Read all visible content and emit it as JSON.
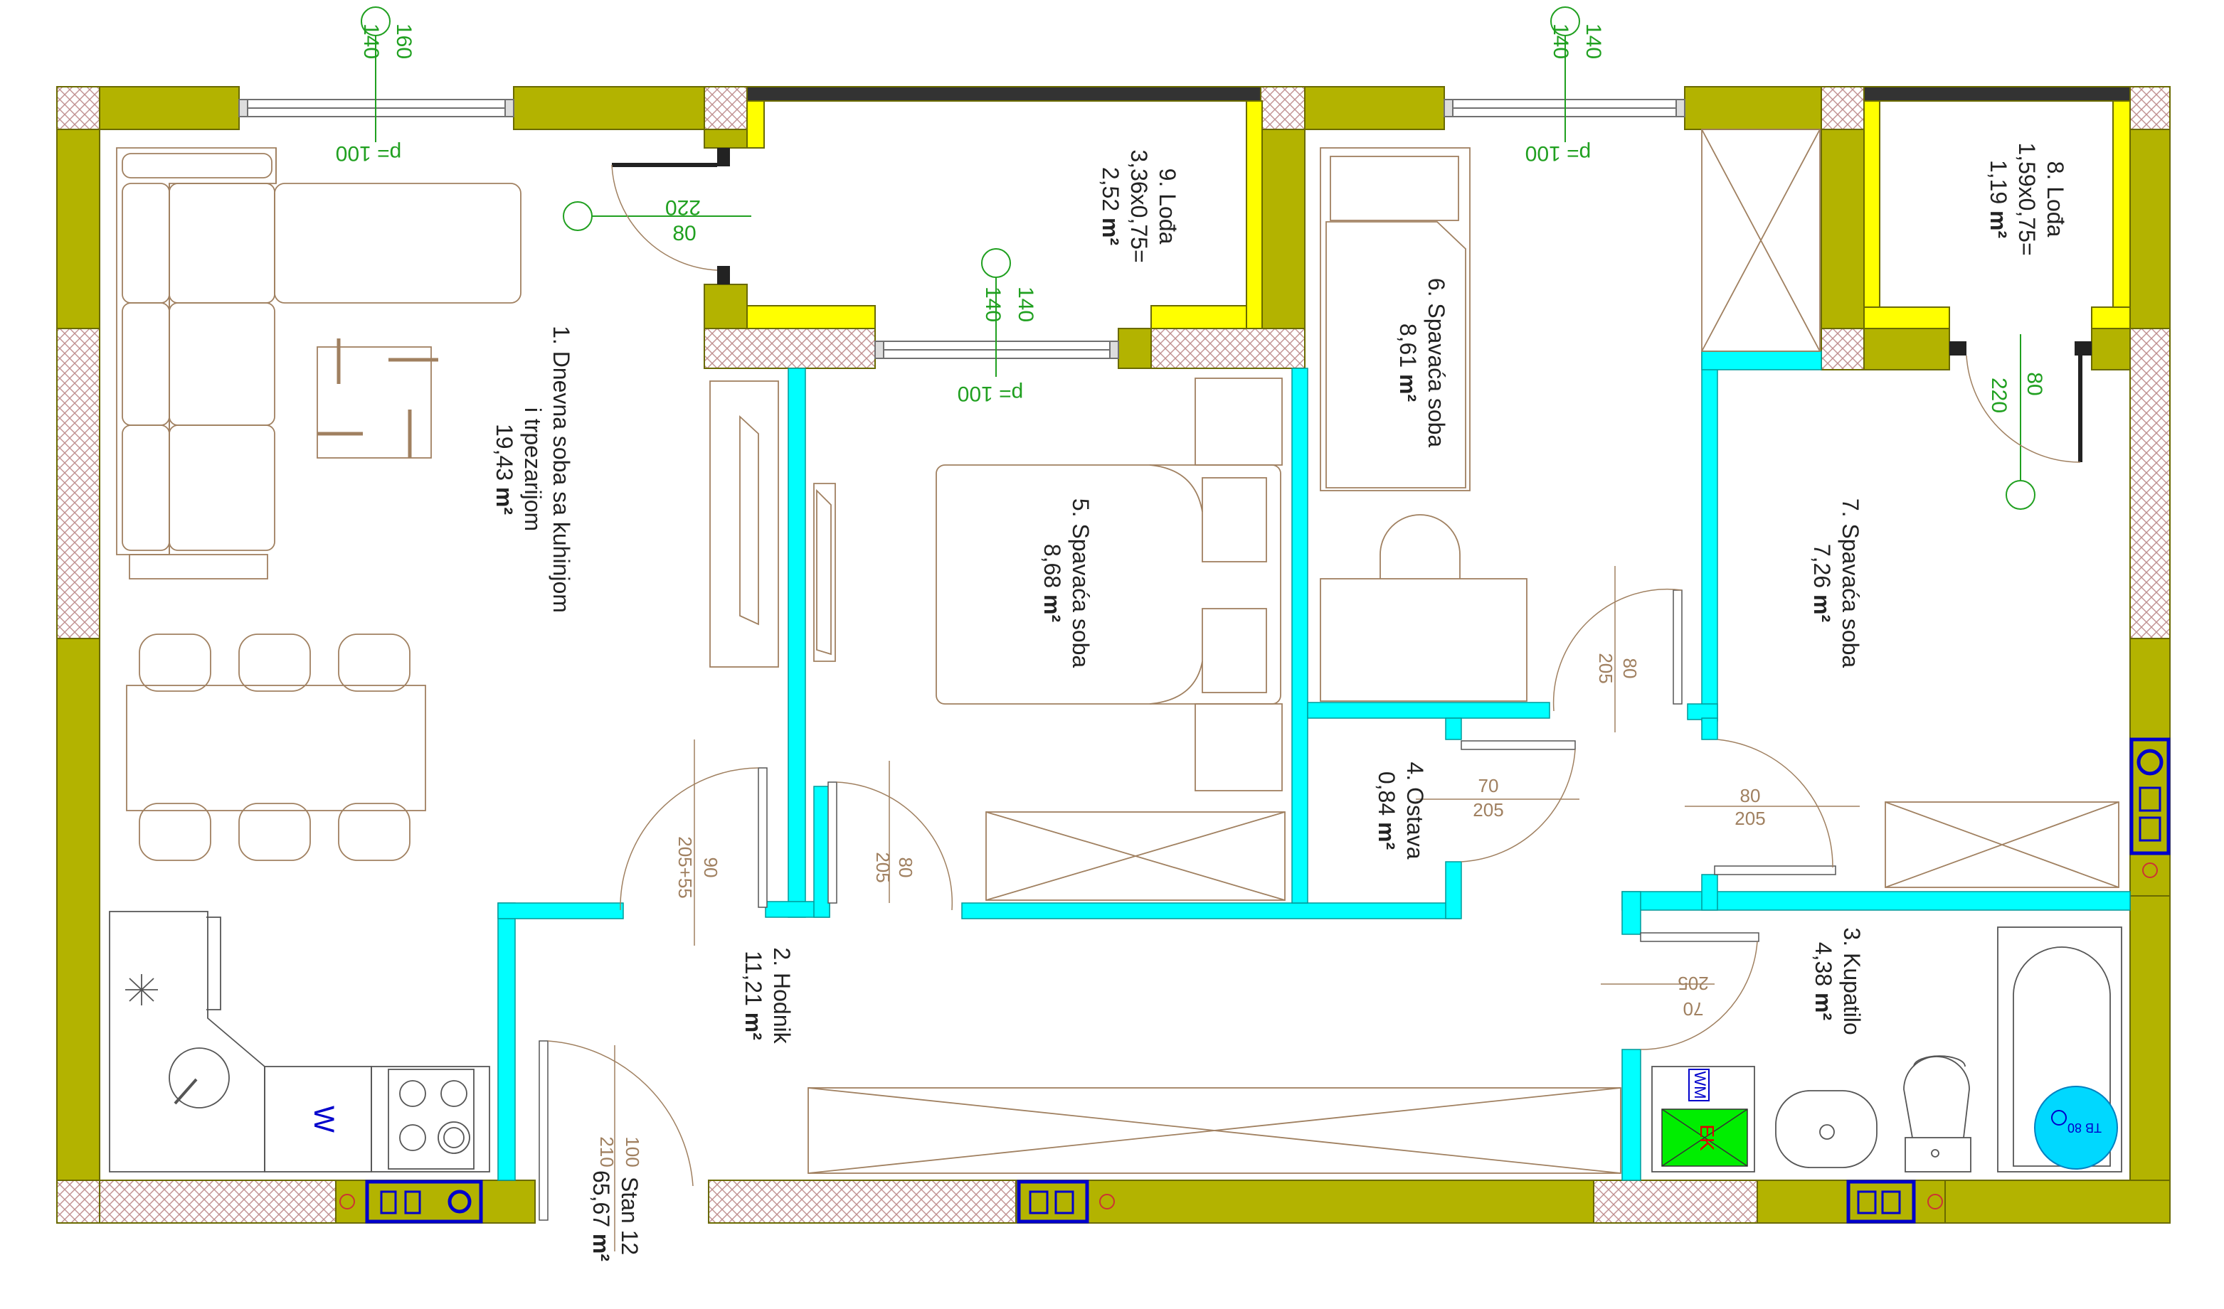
{
  "colors": {
    "wall_olive": "#b3b300",
    "wall_yellow": "#ffff00",
    "partition_cyan": "#00ffff",
    "hatch": "#c09090",
    "furniture": "#a08060",
    "dimension_green": "#20a020",
    "label": "#222222",
    "installation_blue": "#0000cc",
    "boiler_green": "#00ee00",
    "heater_cyan": "#00d8ff"
  },
  "rooms": [
    {
      "id": "r1",
      "lines": [
        "1. Dnevna soba sa kuhinjom",
        "i trpezarijom",
        "19,43"
      ],
      "unit": "m²"
    },
    {
      "id": "r2",
      "lines": [
        "2. Hodnik",
        "11,21"
      ],
      "unit": "m²"
    },
    {
      "id": "r3",
      "lines": [
        "3. Kupatilo",
        "4,38"
      ],
      "unit": "m²"
    },
    {
      "id": "r4",
      "lines": [
        "4. Ostava",
        "0,84"
      ],
      "unit": "m²"
    },
    {
      "id": "r5",
      "lines": [
        "5. Spavaća soba",
        "8,68"
      ],
      "unit": "m²"
    },
    {
      "id": "r6",
      "lines": [
        "6. Spavaća soba",
        "8,61"
      ],
      "unit": "m²"
    },
    {
      "id": "r7",
      "lines": [
        "7. Spavaća soba",
        "7,26"
      ],
      "unit": "m²"
    },
    {
      "id": "r8",
      "lines": [
        "8. Lođa",
        "1,59x0,75=",
        "1,19"
      ],
      "unit": "m²"
    },
    {
      "id": "r9",
      "lines": [
        "9. Lođa",
        "3,36x0,75=",
        "2,52"
      ],
      "unit": "m²"
    },
    {
      "id": "stan",
      "lines": [
        "Stan 12",
        "65,67"
      ],
      "unit": "m²"
    }
  ],
  "openings": {
    "w1": [
      "160",
      "140"
    ],
    "w2": [
      "140",
      "140"
    ],
    "w3": [
      "140",
      "140"
    ],
    "d_loggia9": [
      "220",
      "80"
    ],
    "d_loggia8": [
      "220",
      "80"
    ],
    "d_entrance": [
      "100",
      "210"
    ],
    "d_hall_living": [
      "90",
      "205+55"
    ],
    "d_bed5": [
      "80",
      "205"
    ],
    "d_pantry": [
      "80",
      "205"
    ],
    "d_pantry2": [
      "70",
      "205"
    ],
    "d_bed7": [
      "80",
      "205"
    ],
    "d_bath": [
      "70",
      "205"
    ]
  },
  "parapets": {
    "p1": "p= 100",
    "p2": "p= 100",
    "p3": "p= 100"
  },
  "fixtures": {
    "washer": "WM",
    "boiler": "EK",
    "heater": "TB 80",
    "dishwasher": "W"
  }
}
